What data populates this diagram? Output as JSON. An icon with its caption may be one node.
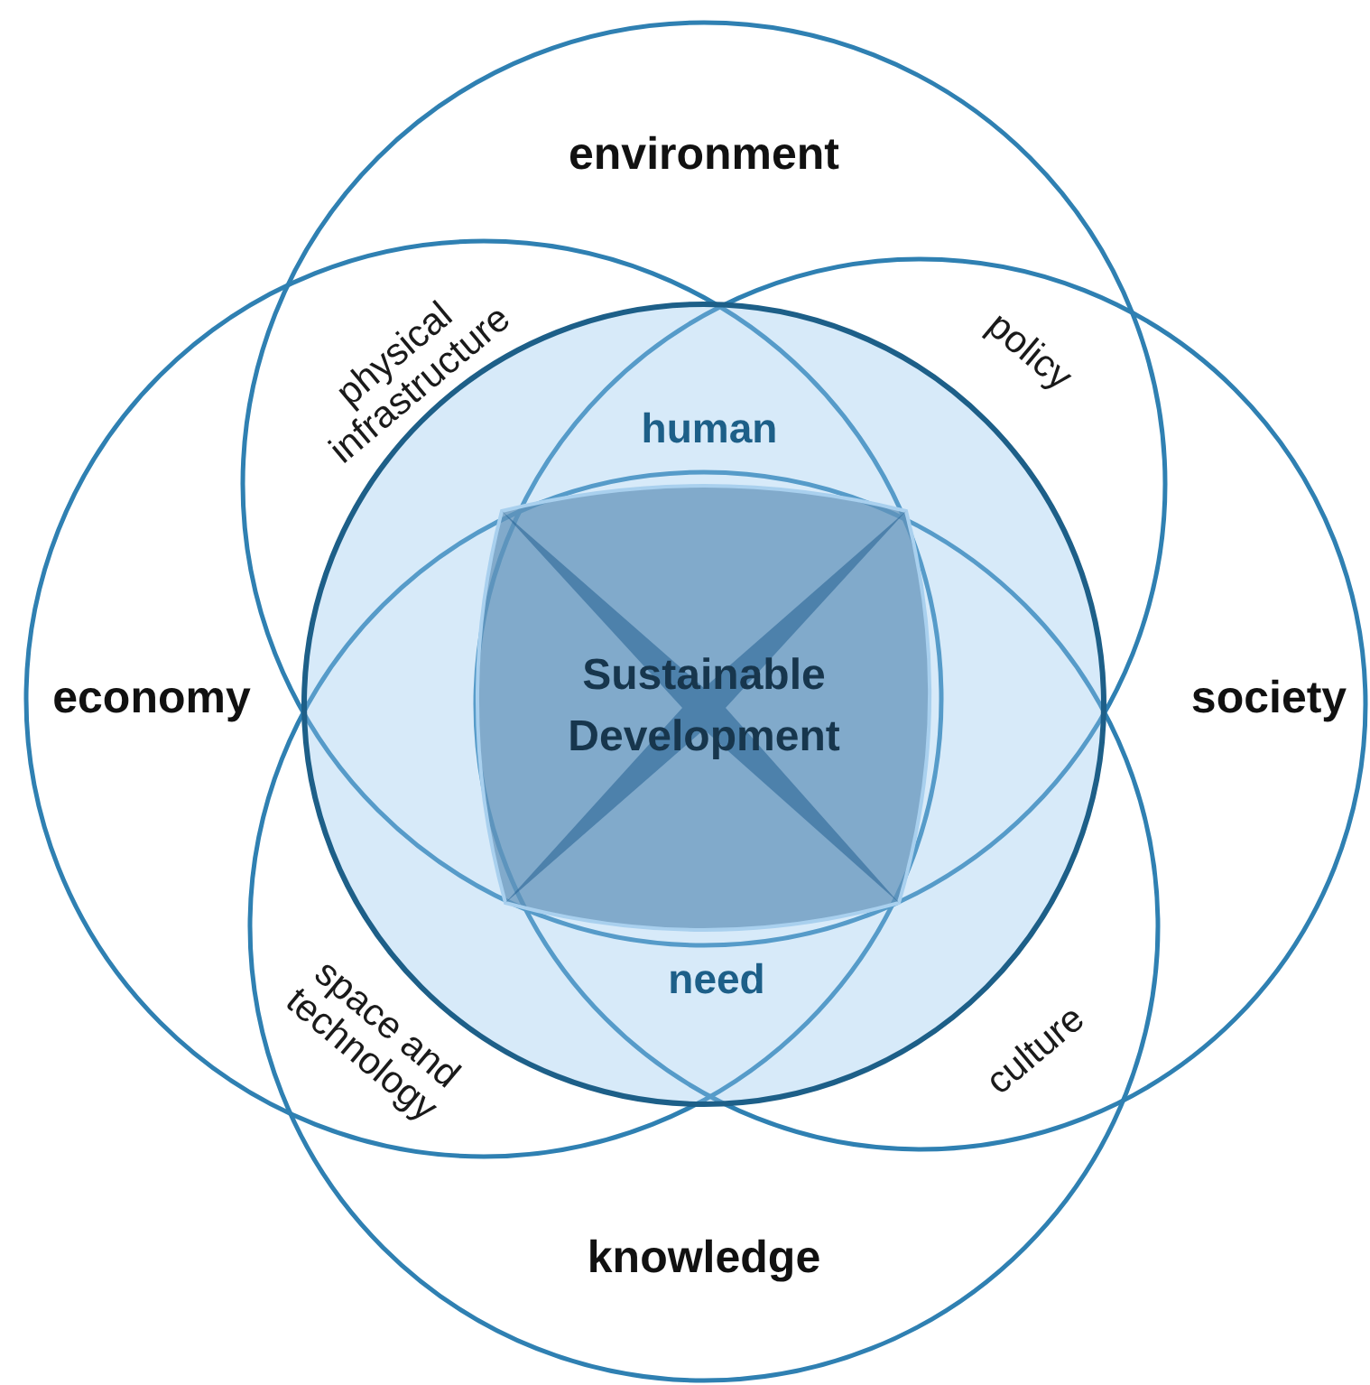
{
  "diagram": {
    "nodes": [
      {
        "text": [
          "environment"
        ]
      },
      {
        "text": [
          "economy"
        ]
      },
      {
        "text": [
          "society"
        ]
      },
      {
        "text": [
          "knowledge"
        ]
      },
      {
        "text": [],
        "shape": "circle"
      },
      {
        "text": [
          "Sustainable Development"
        ]
      }
    ],
    "labels": [
      "physical infrastructure",
      "policy",
      "human",
      "need",
      "space and technology",
      "culture"
    ]
  }
}
